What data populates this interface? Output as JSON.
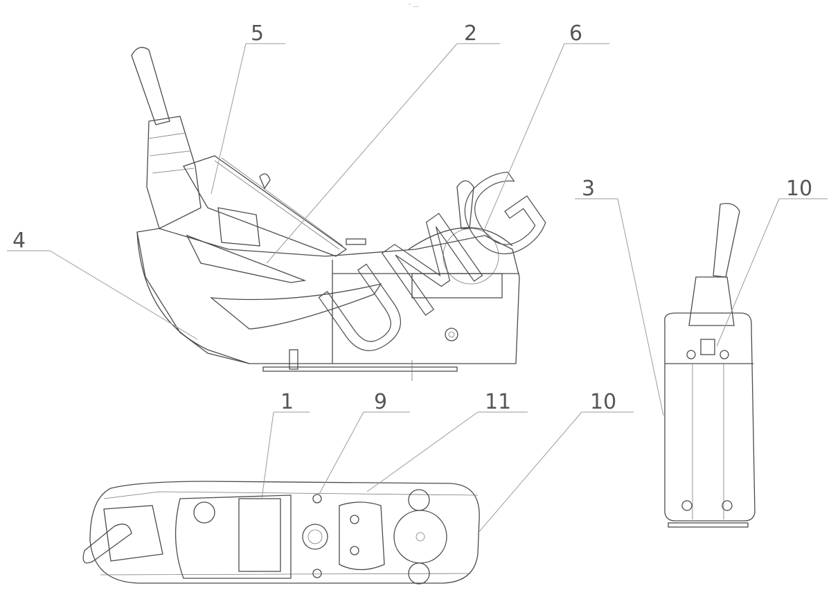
{
  "drawing": {
    "title_mark": "″ —",
    "watermark": "UMG",
    "callouts": [
      {
        "id": "5"
      },
      {
        "id": "2"
      },
      {
        "id": "6"
      },
      {
        "id": "4"
      },
      {
        "id": "3"
      },
      {
        "id": "10"
      },
      {
        "id": "1"
      },
      {
        "id": "9"
      },
      {
        "id": "11"
      },
      {
        "id": "10"
      }
    ]
  }
}
